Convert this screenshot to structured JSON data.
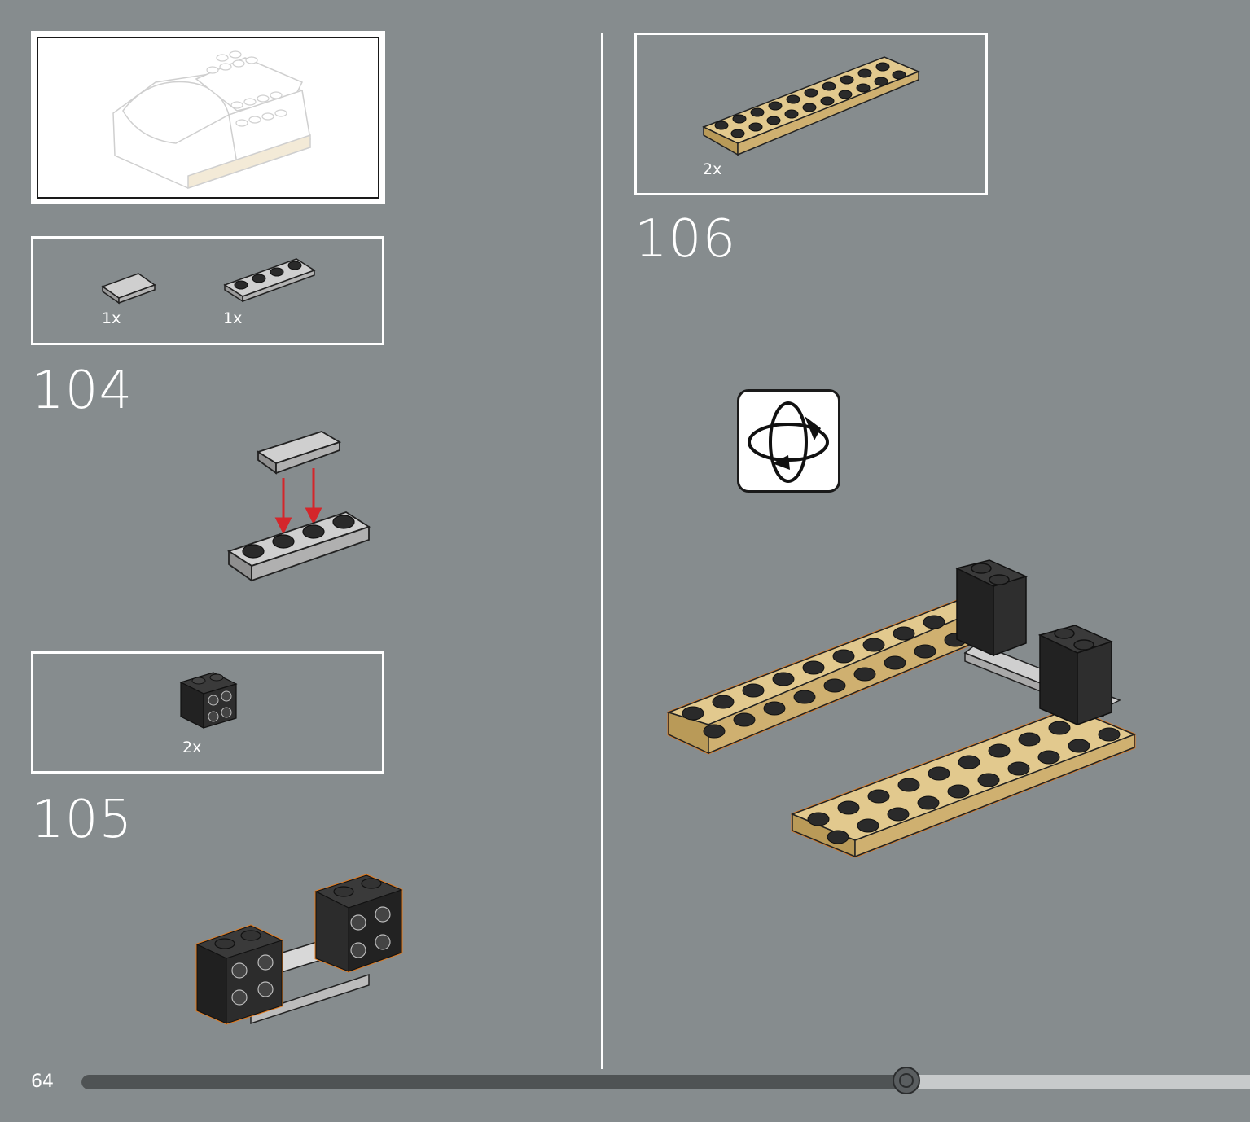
{
  "page": {
    "number": "64",
    "progress": 0.706
  },
  "steps": [
    {
      "number": "104",
      "parts": [
        {
          "qty": "1x",
          "part": "tile-1x2-gray-icon"
        },
        {
          "qty": "1x",
          "part": "plate-1x4-gray-icon"
        }
      ]
    },
    {
      "number": "105",
      "parts": [
        {
          "qty": "2x",
          "part": "brick-2x2-studs-side-black-icon"
        }
      ]
    },
    {
      "number": "106",
      "parts": [
        {
          "qty": "2x",
          "part": "plate-2x10-tan-icon"
        }
      ],
      "callout": "rotate-model-icon"
    }
  ],
  "colors": {
    "background": "#868c8e",
    "tan": "#e2c98e",
    "black_brick": "#2f2f2f",
    "gray_part": "#c8c8c8",
    "highlight": "#e07a1f",
    "arrow": "#d4262b"
  }
}
